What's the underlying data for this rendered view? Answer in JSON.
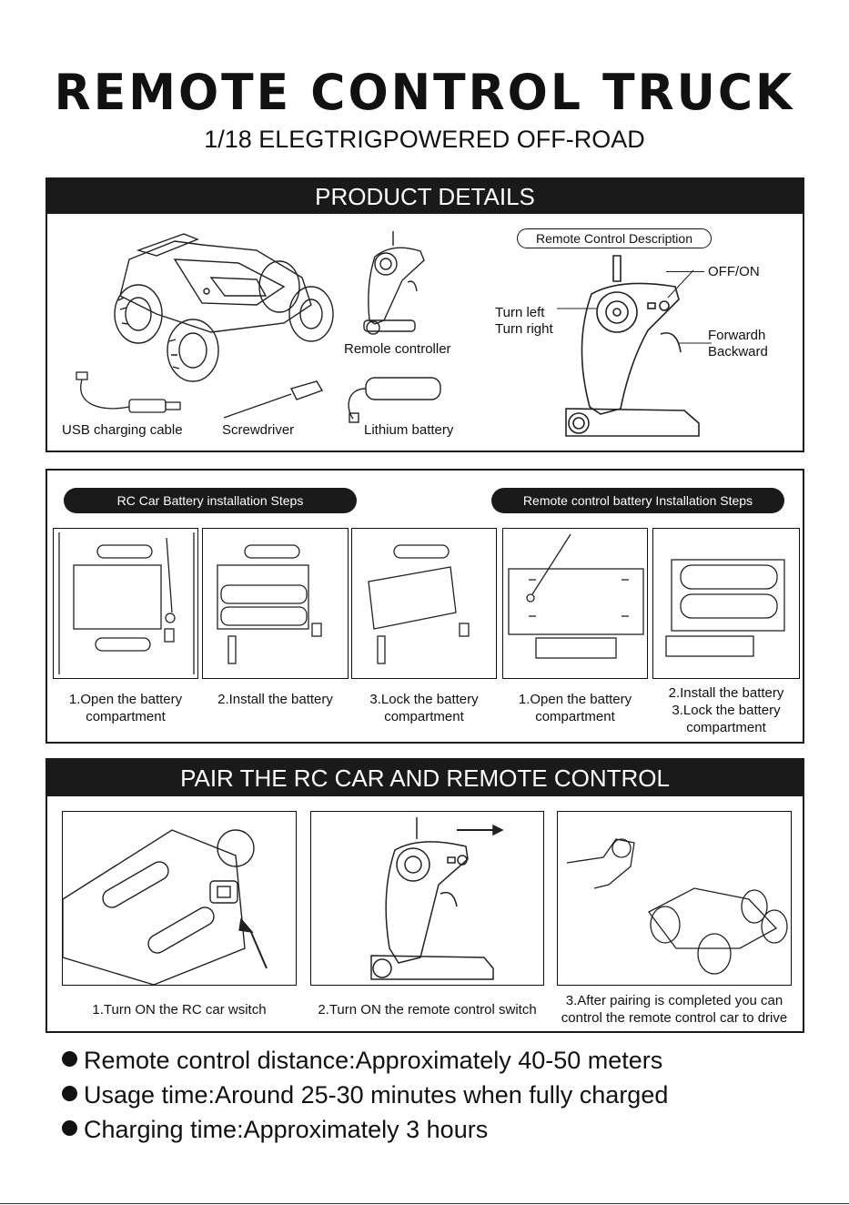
{
  "header": {
    "title": "REMOTE CONTROL TRUCK",
    "subtitle": "1/18 ELEGTRIGPOWERED OFF-ROAD"
  },
  "product_details": {
    "bar_title": "PRODUCT DETAILS",
    "labels": {
      "usb": "USB charging cable",
      "screwdriver": "Screwdriver",
      "controller": "Remole controller",
      "battery": "Lithium battery"
    },
    "remote_desc": {
      "title": "Remote Control Description",
      "off_on": "OFF/ON",
      "turn_left": "Turn left",
      "turn_right": "Turn right",
      "forward": "Forwardh",
      "backward": "Backward"
    }
  },
  "install": {
    "car_pill": "RC Car Battery installation Steps",
    "remote_pill": "Remote control battery Installation Steps",
    "captions": [
      [
        "1.Open the battery",
        "compartment"
      ],
      [
        "2.Install the battery",
        ""
      ],
      [
        "3.Lock the battery",
        "compartment"
      ],
      [
        "1.Open the battery",
        "compartment"
      ],
      [
        "2.Install the battery",
        "3.Lock the battery",
        "compartment"
      ]
    ]
  },
  "pair": {
    "bar_title": "PAIR THE RC CAR AND REMOTE CONTROL",
    "captions": {
      "c1": "1.Turn ON the RC car wsitch",
      "c2": "2.Turn ON the remote control switch",
      "c3_line1": "3.After pairing is completed you can",
      "c3_line2": "control the remote control car to drive"
    }
  },
  "specs": [
    "Remote control distance:Approximately 40-50 meters",
    "Usage time:Around 25-30 minutes when fully charged",
    "Charging time:Approximately 3 hours"
  ]
}
